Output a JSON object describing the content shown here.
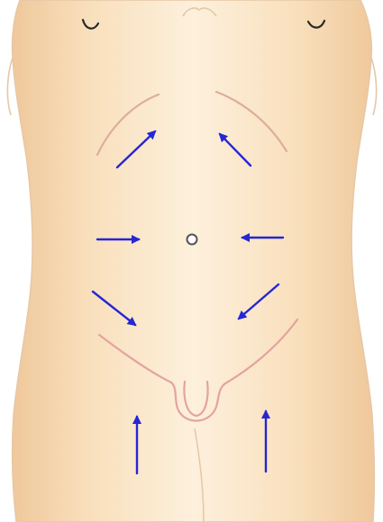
{
  "colors": {
    "background": "#ffffff",
    "skin_light": "#fdf0dc",
    "skin_mid": "#f9e0bd",
    "skin_dark": "#efc89b",
    "body_outline": "#e6c7a6",
    "crease": "#dcae9a",
    "groin": "#e4a3a0",
    "nipple": "#2a2a2a",
    "navel_stroke": "#555555",
    "arrow": "#2626d4"
  },
  "arrows": [
    {
      "id": "upper-left",
      "direction": "up-right"
    },
    {
      "id": "upper-right",
      "direction": "up-left"
    },
    {
      "id": "middle-left",
      "direction": "right"
    },
    {
      "id": "middle-right",
      "direction": "left"
    },
    {
      "id": "lower-left",
      "direction": "down-right"
    },
    {
      "id": "lower-right",
      "direction": "down-left"
    },
    {
      "id": "bottom-left",
      "direction": "up"
    },
    {
      "id": "bottom-right",
      "direction": "up"
    }
  ],
  "icons": {
    "navel": "circle-icon",
    "arrow": "arrow-icon"
  }
}
